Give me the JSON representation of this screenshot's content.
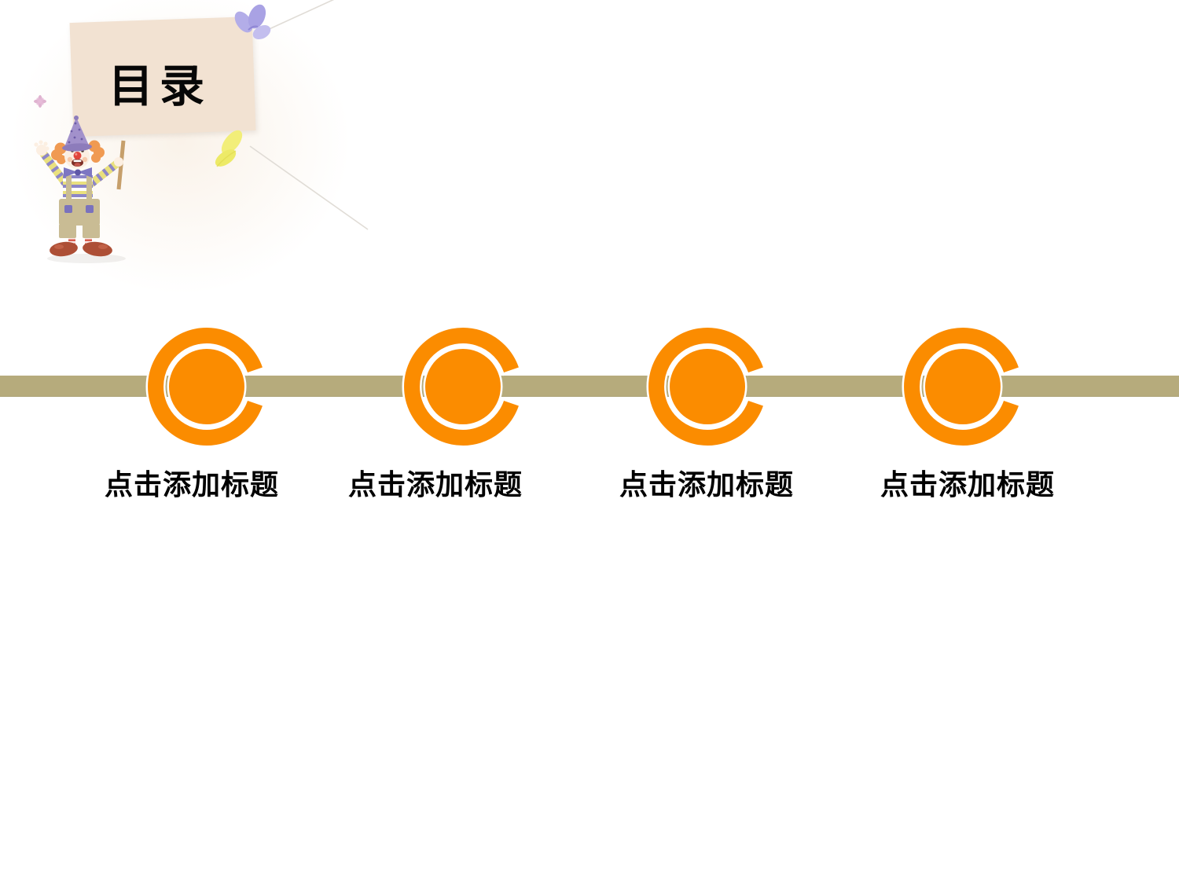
{
  "slide": {
    "title": "目录",
    "toc_items": [
      {
        "label": "点击添加标题"
      },
      {
        "label": "点击添加标题"
      },
      {
        "label": "点击添加标题"
      },
      {
        "label": "点击添加标题"
      }
    ],
    "colors": {
      "accent_orange": "#FB8C00",
      "timeline_tan": "#B6AB7C",
      "board_cream": "#F2E2D2"
    },
    "icons": {
      "node": "c-ring-icon",
      "decorations": [
        "clown-illustration",
        "purple-butterfly-icon",
        "yellow-butterfly-icon",
        "pink-sparkle-icon"
      ]
    }
  }
}
